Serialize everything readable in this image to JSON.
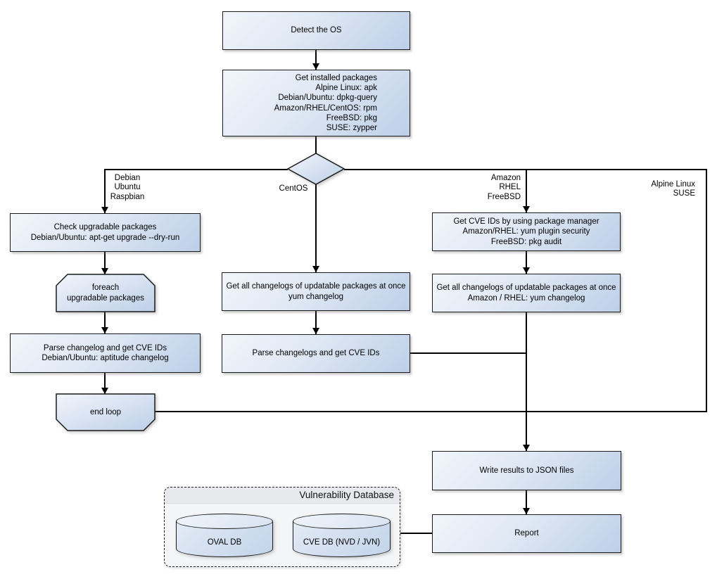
{
  "nodes": {
    "detect_os": {
      "lines": [
        "Detect the OS"
      ]
    },
    "get_installed_packages": {
      "lines": [
        "Get installed packages",
        "Alpine Linux: apk",
        "Debian/Ubuntu: dpkg-query",
        "Amazon/RHEL/CentOS: rpm",
        "FreeBSD: pkg",
        "SUSE: zypper"
      ]
    },
    "check_upgradable": {
      "lines": [
        "Check upgradable packages",
        "Debian/Ubuntu: apt-get upgrade --dry-run"
      ]
    },
    "foreach_loop": {
      "lines": [
        "foreach",
        "upgradable  packages"
      ]
    },
    "parse_changelog_left": {
      "lines": [
        "Parse changelog and get  CVE IDs",
        "Debian/Ubuntu: aptitude changelog"
      ]
    },
    "end_loop": {
      "lines": [
        "end loop"
      ]
    },
    "get_changelogs_center": {
      "lines": [
        "Get all changelogs of updatable packages at once",
        "yum changelog"
      ]
    },
    "parse_changelogs_center": {
      "lines": [
        "Parse changelogs and get CVE IDs"
      ]
    },
    "get_cve_ids_right": {
      "lines": [
        "Get CVE IDs by using package manager",
        "Amazon/RHEL: yum plugin security",
        "FreeBSD: pkg audit"
      ]
    },
    "get_changelogs_right": {
      "lines": [
        "Get all changelogs of updatable packages at once",
        "Amazon / RHEL: yum changelog"
      ]
    },
    "write_json": {
      "lines": [
        "Write results to JSON files"
      ]
    },
    "report": {
      "lines": [
        "Report"
      ]
    }
  },
  "edge_labels": {
    "debian": [
      "Debian",
      "Ubuntu",
      "Raspbian"
    ],
    "centos": [
      "CentOS"
    ],
    "amazon": [
      "Amazon",
      "RHEL",
      "FreeBSD"
    ],
    "alpine": [
      "Alpine Linux",
      "SUSE"
    ]
  },
  "group": {
    "title": "Vulnerability Database",
    "cylinders": [
      "OVAL DB",
      "CVE DB (NVD / JVN)"
    ]
  },
  "colors": {
    "node_gradient_start": "#f2f5fb",
    "node_gradient_end": "#bdcfe8",
    "node_border": "#1b1b1b",
    "group_body": "#f4f5f7",
    "group_header": "#e8e9ec",
    "connector": "#000000",
    "background": "#ffffff"
  }
}
